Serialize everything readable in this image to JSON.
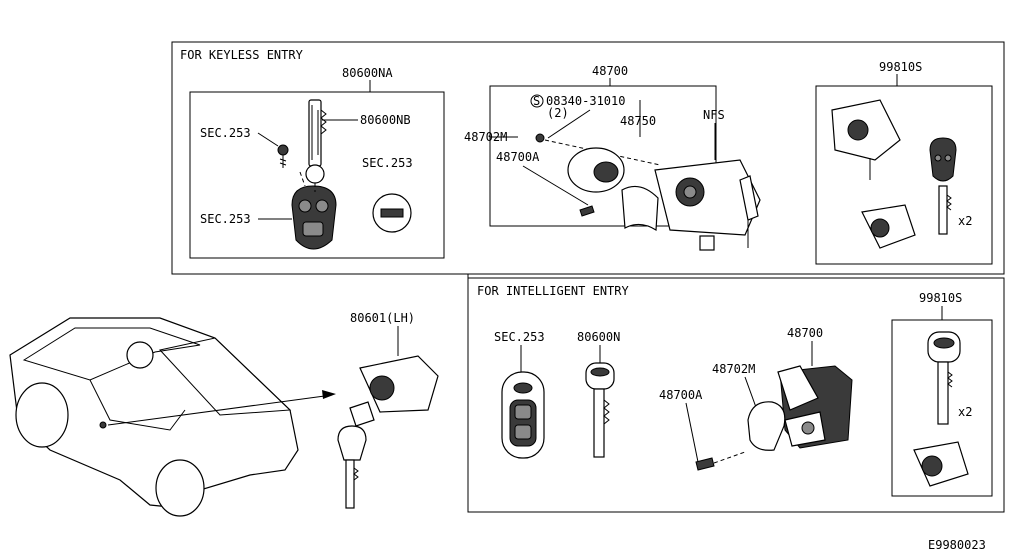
{
  "sections": {
    "keyless": {
      "title": "FOR KEYLESS ENTRY"
    },
    "intelligent": {
      "title": "FOR INTELLIGENT ENTRY"
    }
  },
  "labels": {
    "p80600NA": "80600NA",
    "p80600NB": "80600NB",
    "sec253_screw": "SEC.253",
    "sec253_fob": "SEC.253",
    "sec253_battery": "SEC.253",
    "p48700_top": "48700",
    "p08340": "08340-31010",
    "qty2": "(2)",
    "p48750": "48750",
    "nfs": "NFS",
    "p48702M_top": "48702M",
    "p48700A_top": "48700A",
    "p99810S_top": "99810S",
    "x2_top": "x2",
    "p80601": "80601(LH)",
    "sec253_int": "SEC.253",
    "p80600N": "80600N",
    "p48700_int": "48700",
    "p48702M_int": "48702M",
    "p48700A_int": "48700A",
    "p99810S_int": "99810S",
    "x2_int": "x2",
    "diagram_code": "E9980023"
  },
  "icons": {
    "s_symbol": "S"
  }
}
